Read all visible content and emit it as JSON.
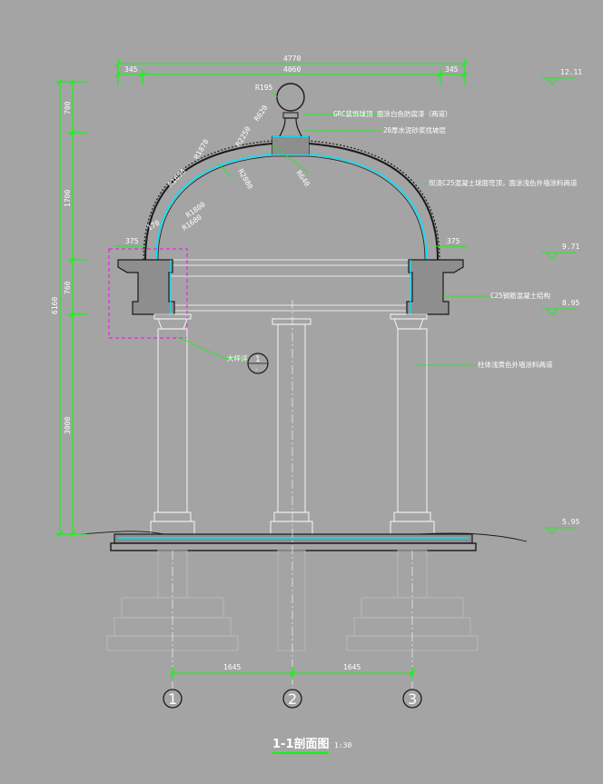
{
  "colors": {
    "background": "#a4a4a4",
    "dimension": "#00ff00",
    "outline": "#ffffff",
    "highlight": "#00e5ff",
    "dark_line": "#1a1a1a",
    "magenta": "#ff00ff"
  },
  "dimensions": {
    "top_total": "4770",
    "top_inner": "4060",
    "top_left": "345",
    "top_right": "345",
    "left_total": "6160",
    "left_seg1": "700",
    "left_seg2": "1700",
    "left_seg3": "760",
    "left_seg4": "3000",
    "cornice_left": "375",
    "cornice_right": "375",
    "small_170": "170",
    "bottom_left": "1645",
    "bottom_right": "1645"
  },
  "radii": {
    "r195": "R195",
    "r620": "R620",
    "r2250": "R2250",
    "r1870": "R1870",
    "r640": "R640",
    "r1690": "R1690",
    "r2080": "R2080",
    "r1800": "R1800",
    "r1680": "R1680"
  },
  "elevations": {
    "e1": "12.11",
    "e2": "9.71",
    "e3": "8.95",
    "e4": "5.95"
  },
  "annotations": {
    "grc": "GRC装饰球顶  面涂白色防腐漆（两道）",
    "mortar": "20厚水泥砂浆找坡层",
    "cast_dome": "现浇C25混凝土球面穹顶，面涂浅色外墙涂料两道",
    "beam": "C25钢筋混凝土结构",
    "column": "柱体浅黄色外墙涂料两道",
    "detail_note": "大样详"
  },
  "detail_callout": {
    "number": "1",
    "sheet": "-"
  },
  "axes": [
    "1",
    "2",
    "3"
  ],
  "title": {
    "main": "1-1剖面图",
    "scale": "1:30"
  }
}
